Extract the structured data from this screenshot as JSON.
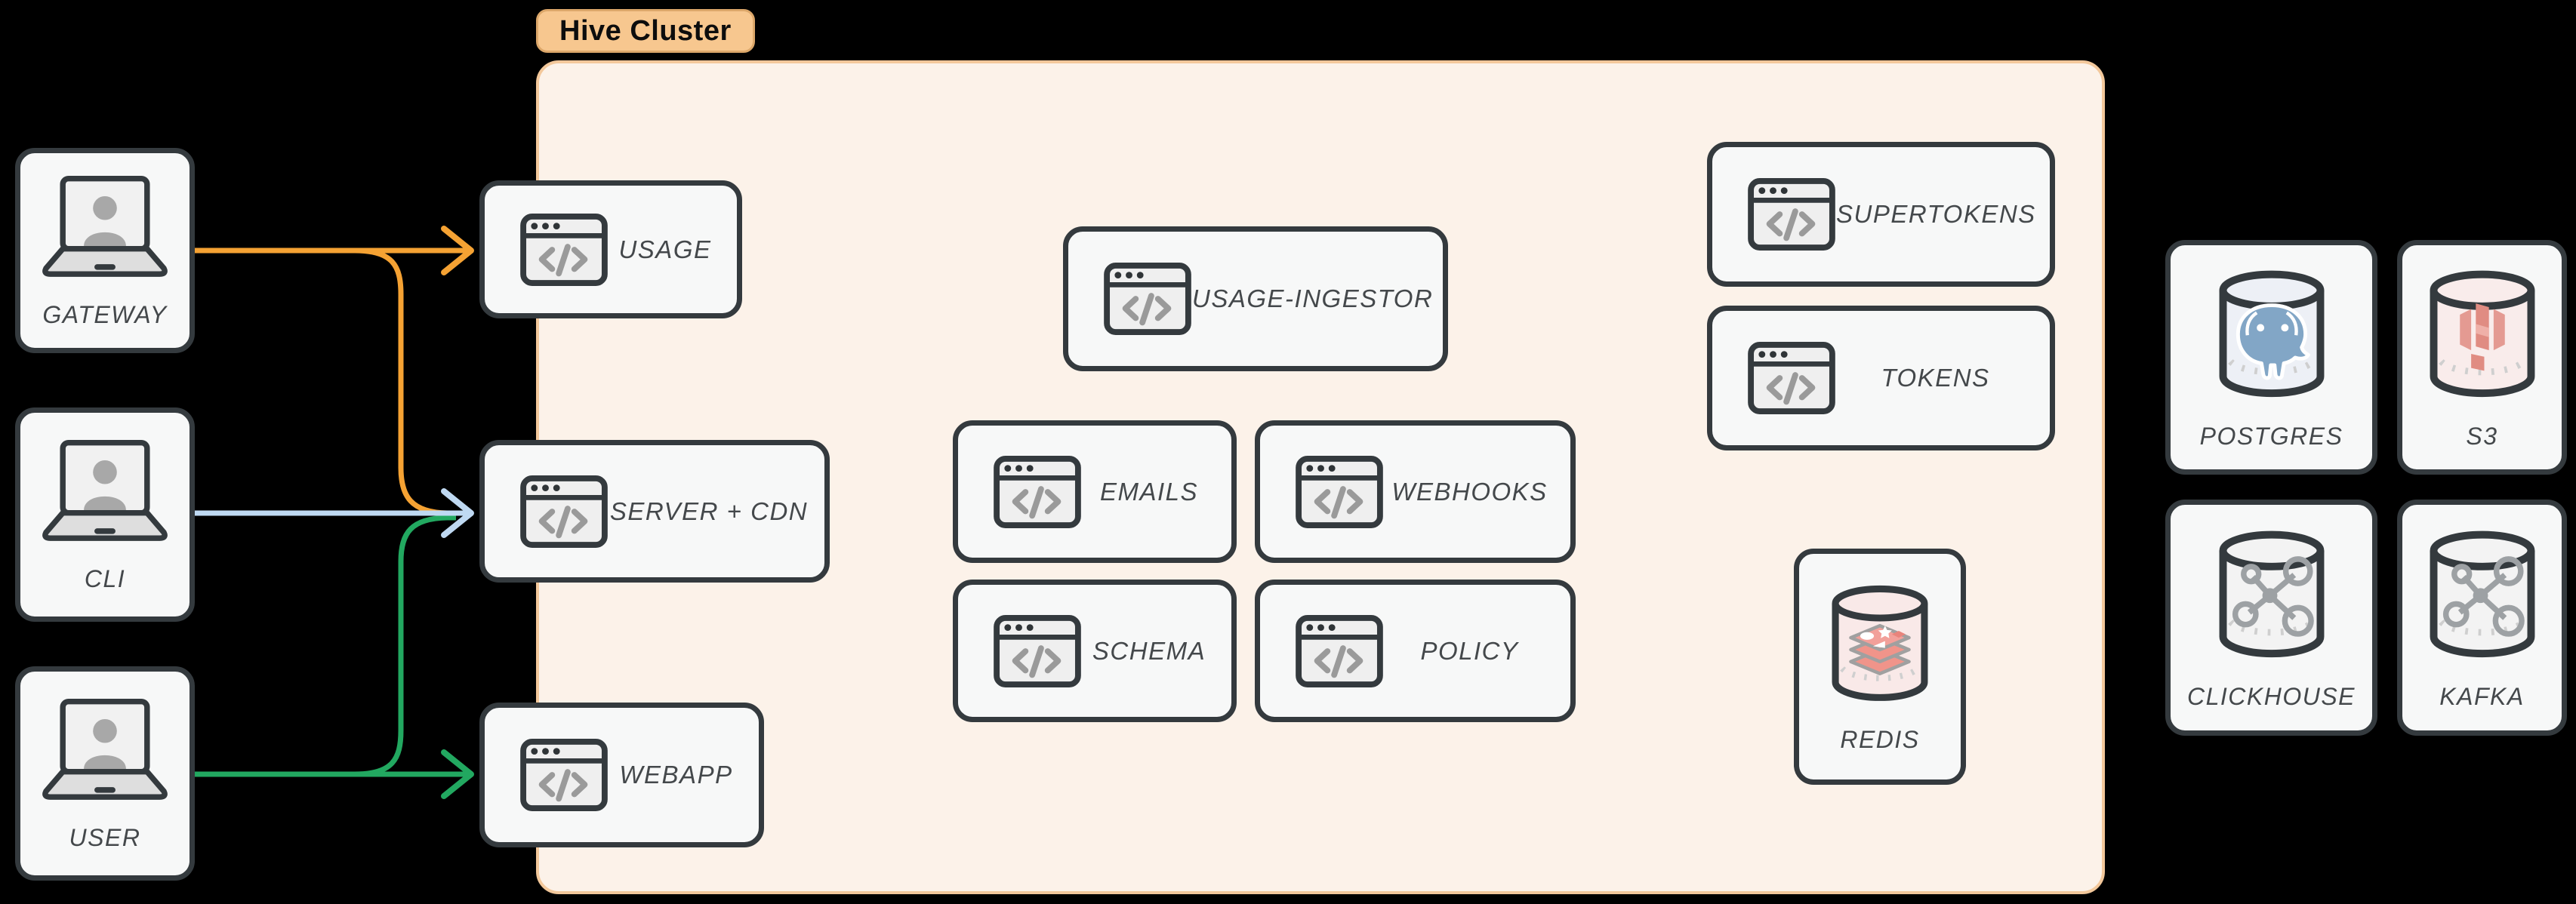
{
  "cluster": {
    "label": "Hive Cluster",
    "fill_color": "#FCF2E9",
    "border_color": "#F3C89B",
    "badge_color": "#F7C78F"
  },
  "clients": {
    "gateway": {
      "label": "GATEWAY"
    },
    "cli": {
      "label": "CLI"
    },
    "user": {
      "label": "USER"
    }
  },
  "services": {
    "usage": {
      "label": "USAGE"
    },
    "server_cdn": {
      "label": "SERVER + CDN"
    },
    "webapp": {
      "label": "WEBAPP"
    },
    "usage_ingestor": {
      "label": "USAGE-INGESTOR"
    },
    "emails": {
      "label": "EMAILS"
    },
    "webhooks": {
      "label": "WEBHOOKS"
    },
    "schema": {
      "label": "SCHEMA"
    },
    "policy": {
      "label": "POLICY"
    },
    "supertokens": {
      "label": "SUPERTOKENS"
    },
    "tokens": {
      "label": "TOKENS"
    }
  },
  "databases": {
    "redis": {
      "label": "REDIS"
    },
    "postgres": {
      "label": "POSTGRES"
    },
    "s3": {
      "label": "S3"
    },
    "clickhouse": {
      "label": "CLICKHOUSE"
    },
    "kafka": {
      "label": "KAFKA"
    }
  },
  "arrows": {
    "gateway_color": "#F5A233",
    "cli_color": "#BFD9F2",
    "user_color": "#22A860",
    "gateway_targets": "USAGE, SERVER + CDN",
    "cli_targets": "SERVER + CDN",
    "user_targets": "WEBAPP, SERVER + CDN"
  },
  "icons": {
    "client": "laptop-user-icon",
    "service": "browser-code-icon",
    "database": "database-cylinder-icon"
  }
}
